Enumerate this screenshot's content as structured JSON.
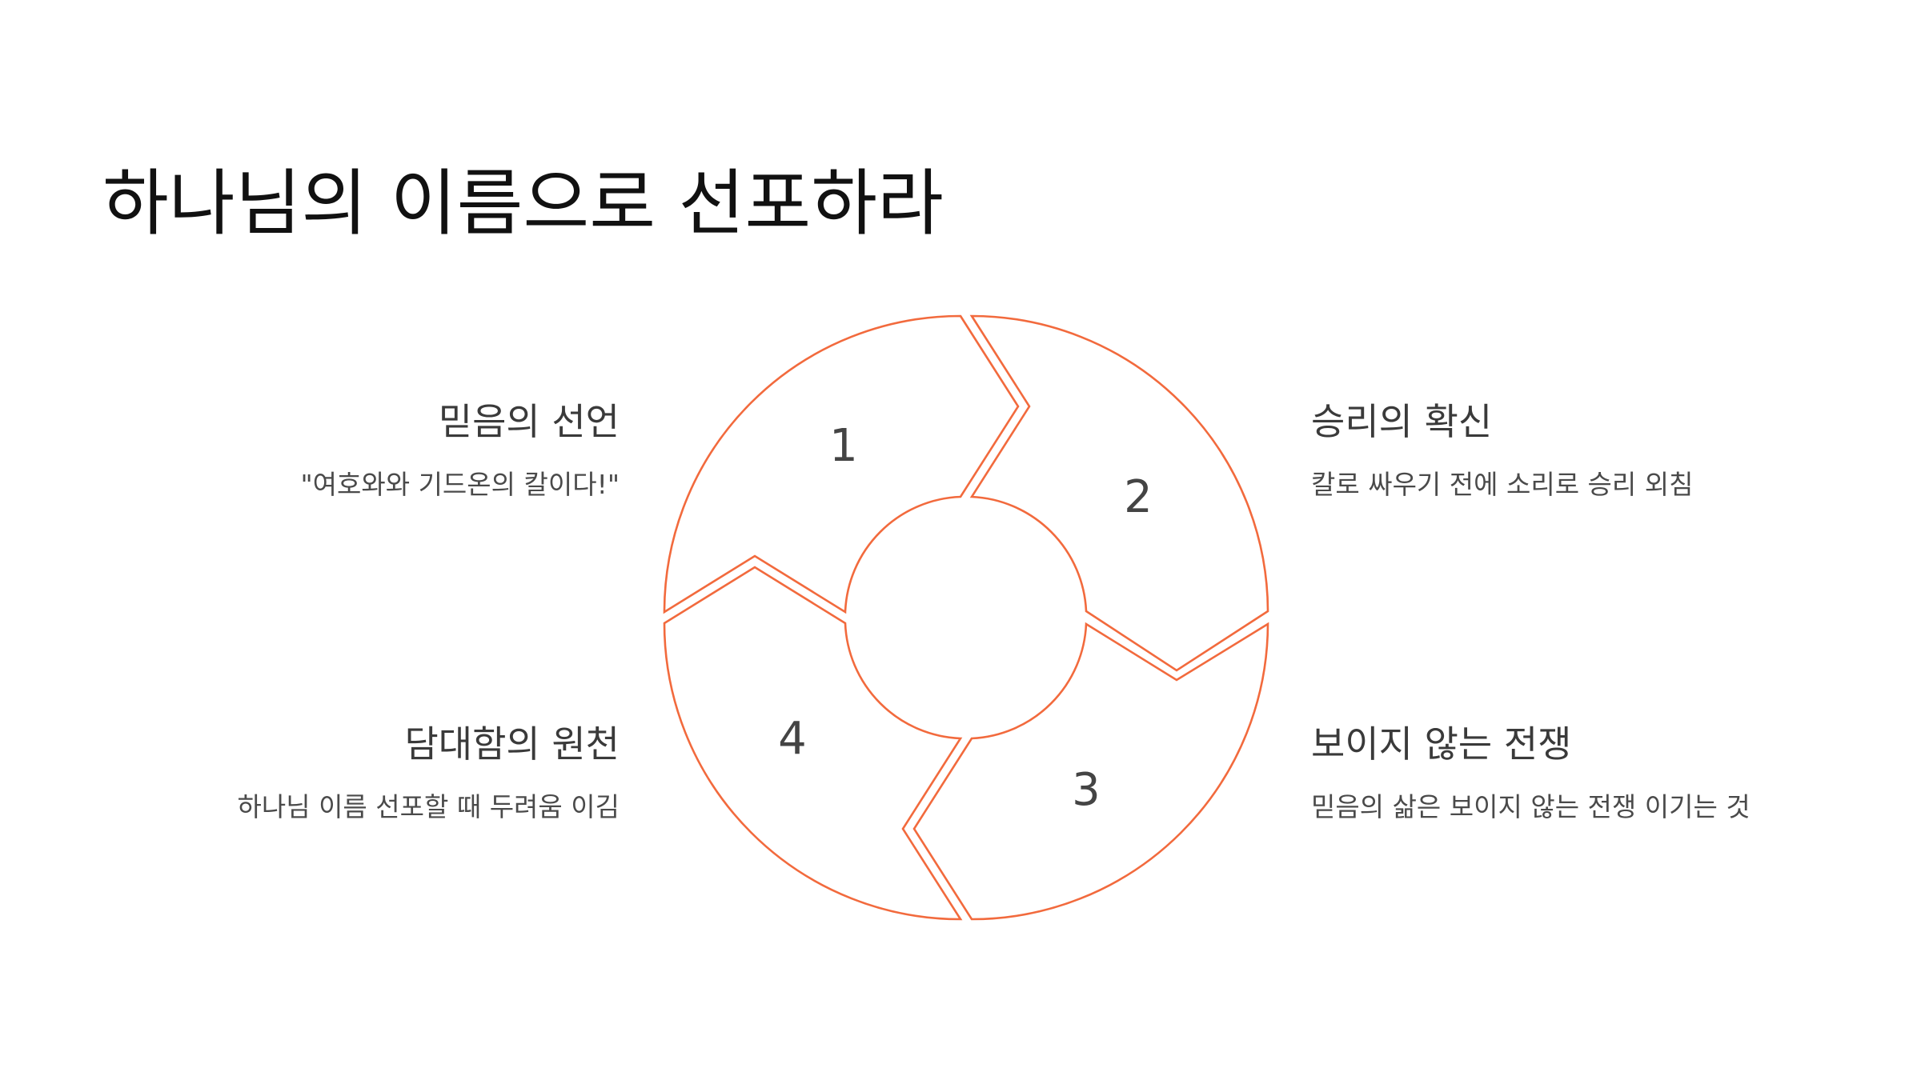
{
  "title": "하나님의 이름으로 선포하라",
  "accent_color": "#f26a3d",
  "cycle": {
    "segments": [
      {
        "number": "1",
        "heading": "믿음의 선언",
        "description": "\"여호와와 기드온의 칼이다!\""
      },
      {
        "number": "2",
        "heading": "승리의 확신",
        "description": "칼로 싸우기 전에 소리로 승리 외침"
      },
      {
        "number": "3",
        "heading": "보이지 않는 전쟁",
        "description": "믿음의 삶은 보이지 않는 전쟁 이기는 것"
      },
      {
        "number": "4",
        "heading": "담대함의 원천",
        "description": "하나님 이름 선포할 때 두려움 이김"
      }
    ]
  }
}
